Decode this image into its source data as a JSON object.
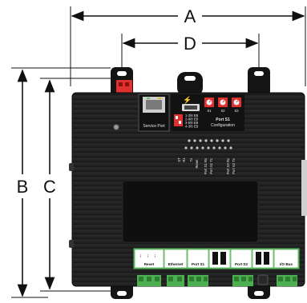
{
  "dimensions": {
    "a_label": "A",
    "b_label": "B",
    "c_label": "C",
    "d_label": "D"
  },
  "controller": {
    "service_port_label": "Service Port",
    "port_s1_config_title": "Port S1",
    "port_s1_config_subtitle": "Configuration",
    "dip_options": [
      "1-3/8 EB",
      "2-9/8 EB",
      "3-5/8 EB",
      "4-3/8 EB"
    ],
    "rotary_labels": [
      "S1",
      "S2",
      "S3"
    ],
    "led_labels": [
      "ST",
      "Rx",
      "Tx",
      "Reset",
      "Port S1 Rx",
      "Port S1 Tx",
      "Port S2 Rx",
      "Port S2 Tx"
    ],
    "terminal_labels": [
      "Reset",
      "Ethernet",
      "Port S1",
      "Port S2",
      "I/O Bus"
    ],
    "terminal_small": [
      "Rx",
      "Tx",
      "Gnd"
    ]
  },
  "colors": {
    "board": "#1e1e1e",
    "terminal_green": "#4caf50",
    "rotary_red": "#e03030",
    "dim_line": "#111111"
  }
}
